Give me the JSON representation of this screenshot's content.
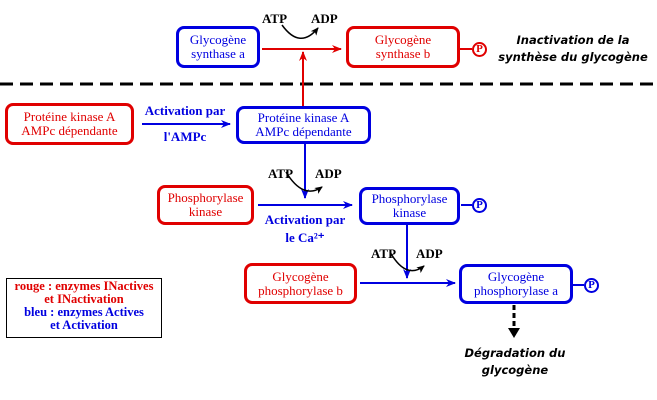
{
  "colors": {
    "inactive": "#e00000",
    "active": "#0000e0",
    "neutral": "#000000"
  },
  "boxes": {
    "synthase_a": {
      "line1": "Glycogène",
      "line2": "synthase a",
      "state": "active"
    },
    "synthase_b": {
      "line1": "Glycogène",
      "line2": "synthase b",
      "state": "inactive"
    },
    "pka_inactive": {
      "line1": "Protéine kinase A",
      "line2": "AMPc dépendante",
      "state": "inactive"
    },
    "pka_active": {
      "line1": "Protéine kinase A",
      "line2": "AMPc dépendante",
      "state": "active"
    },
    "phk_inactive": {
      "line1": "Phosphorylase",
      "line2": "kinase",
      "state": "inactive"
    },
    "phk_active": {
      "line1": "Phosphorylase",
      "line2": "kinase",
      "state": "active"
    },
    "gp_b": {
      "line1": "Glycogène",
      "line2": "phosphorylase b",
      "state": "inactive"
    },
    "gp_a": {
      "line1": "Glycogène",
      "line2": "phosphorylase a",
      "state": "active"
    }
  },
  "phospho_label": "P",
  "atp": "ATP",
  "adp": "ADP",
  "activation_ampc": {
    "line1": "Activation par",
    "line2": "l'AMPc"
  },
  "activation_ca": {
    "line1": "Activation par",
    "line2": "le Ca²⁺"
  },
  "inactivation_note": {
    "line1": "Inactivation de la",
    "line2": "synthèse du glycogène"
  },
  "degradation_note": {
    "line1": "Dégradation du",
    "line2": "glycogène"
  },
  "legend": {
    "red_line1": "rouge : enzymes INactives",
    "red_line2": "et INactivation",
    "blue_line1": "bleu : enzymes Actives",
    "blue_line2": "et Activation"
  }
}
